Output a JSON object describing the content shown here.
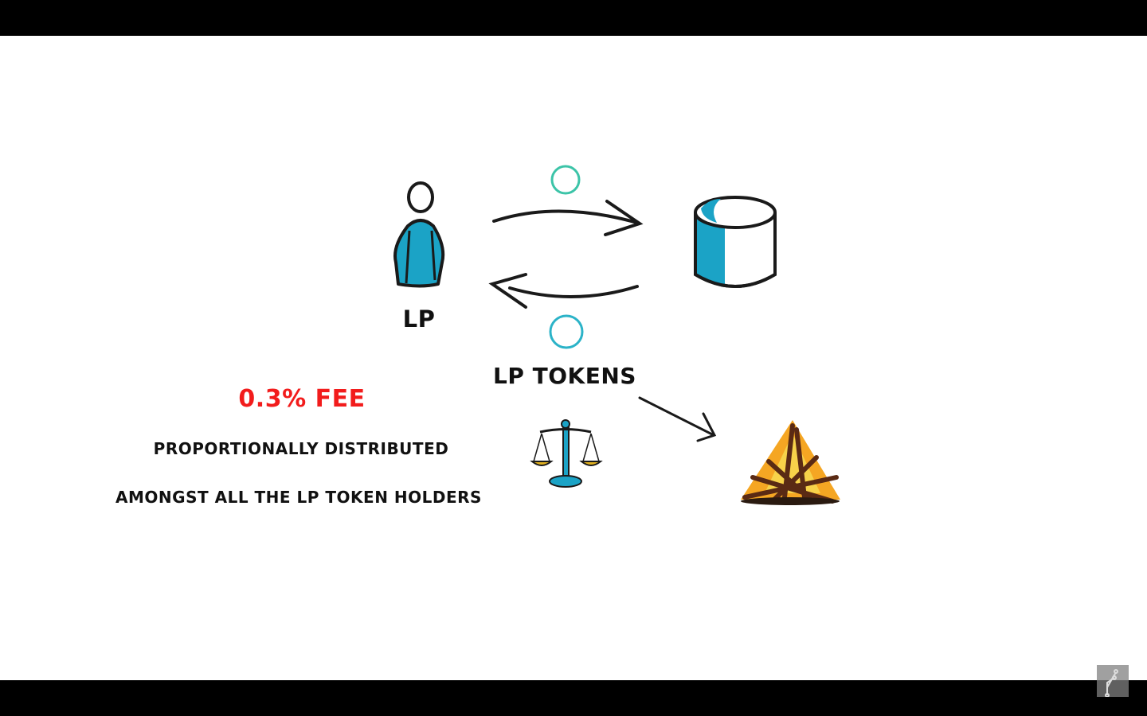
{
  "diagram": {
    "lp_label": "LP",
    "tokens_label": "LP TOKENS",
    "fee_label": "0.3% FEE",
    "line1": "PROPORTIONALLY DISTRIBUTED",
    "line2": "AMONGST ALL THE LP TOKEN HOLDERS"
  },
  "colors": {
    "accent": "#1ba3c6",
    "fee": "#f21c1c",
    "coin_top": "#3cc4a8",
    "coin_bottom": "#2bb3c8"
  }
}
